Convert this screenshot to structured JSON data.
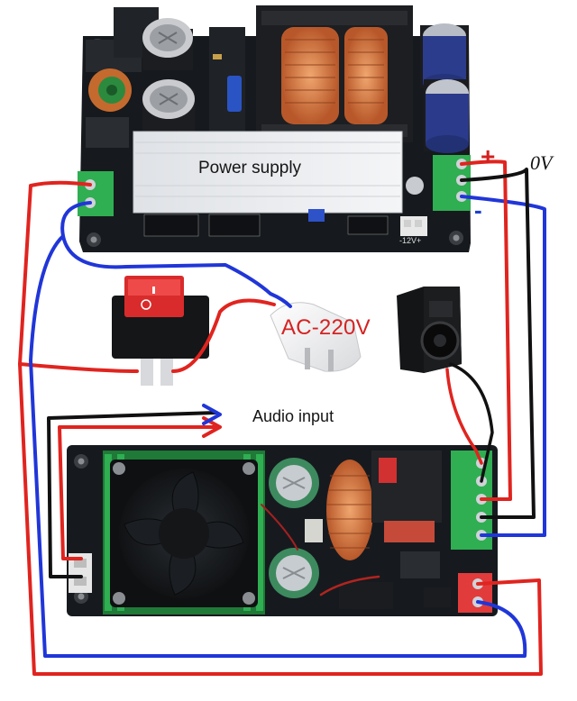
{
  "labels": {
    "power_supply": "Power supply",
    "ac_input": "AC-220V",
    "audio_input": "Audio input",
    "zero_volt": "0V",
    "plus": "+",
    "minus": "-",
    "psu_aux": "-12V+"
  },
  "colors": {
    "wire_red": "#e0241f",
    "wire_blue": "#2036d8",
    "wire_black": "#111111",
    "board": "#161a1f",
    "terminal_green": "#2fae52",
    "terminal_red": "#e23b3b",
    "heatsink": "#e9ebee",
    "switch_red": "#d92b2b"
  }
}
